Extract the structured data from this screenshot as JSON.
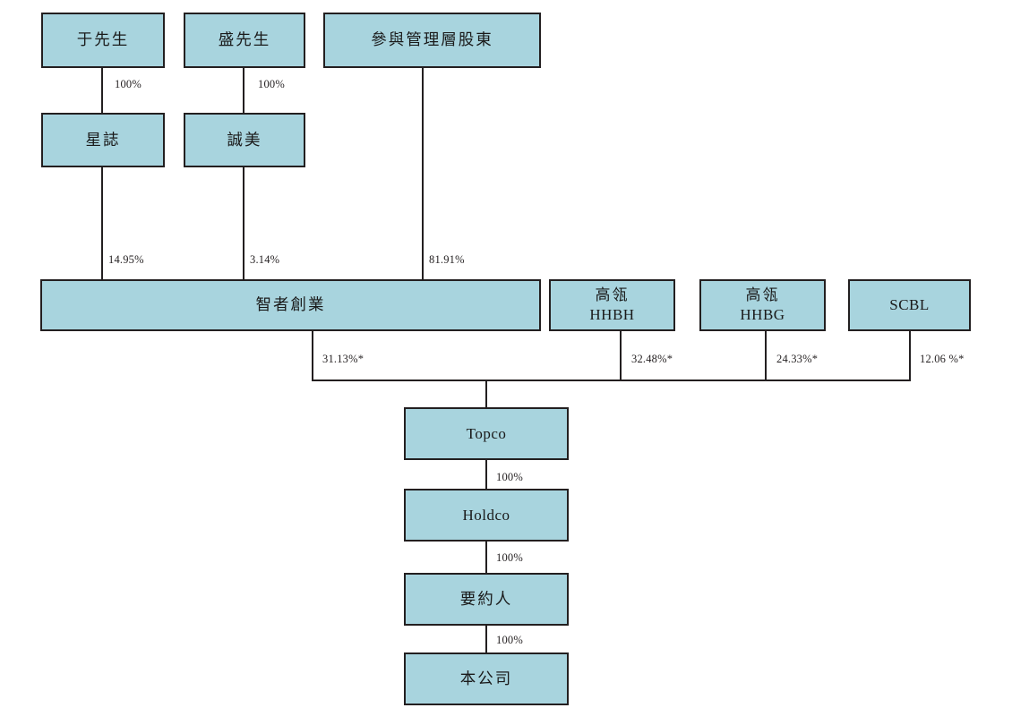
{
  "diagram": {
    "title": "Shareholding structure chart",
    "colors": {
      "node_fill": "#a8d4de",
      "node_border": "#231f20",
      "connector": "#231f20",
      "text": "#1a1a1a",
      "background": "#ffffff"
    },
    "nodes": [
      {
        "id": "yu",
        "label": "于先生",
        "label2": ""
      },
      {
        "id": "sheng",
        "label": "盛先生",
        "label2": ""
      },
      {
        "id": "mgmt",
        "label": "參與管理層股東",
        "label2": ""
      },
      {
        "id": "xingzhi",
        "label": "星誌",
        "label2": ""
      },
      {
        "id": "chengmei",
        "label": "誠美",
        "label2": ""
      },
      {
        "id": "zhizhe",
        "label": "智者創業",
        "label2": ""
      },
      {
        "id": "hhbh",
        "label": "高瓴",
        "label2": "HHBH"
      },
      {
        "id": "hhbg",
        "label": "高瓴",
        "label2": "HHBG"
      },
      {
        "id": "scbl",
        "label": "SCBL",
        "label2": ""
      },
      {
        "id": "topco",
        "label": "Topco",
        "label2": ""
      },
      {
        "id": "holdco",
        "label": "Holdco",
        "label2": ""
      },
      {
        "id": "offeror",
        "label": "要約人",
        "label2": ""
      },
      {
        "id": "company",
        "label": "本公司",
        "label2": ""
      }
    ],
    "edges": [
      {
        "id": "yu-xingzhi",
        "from": "yu",
        "to": "xingzhi",
        "label": "100%"
      },
      {
        "id": "sheng-chengmei",
        "from": "sheng",
        "to": "chengmei",
        "label": "100%"
      },
      {
        "id": "xingzhi-zhizhe",
        "from": "xingzhi",
        "to": "zhizhe",
        "label": "14.95%"
      },
      {
        "id": "chengmei-zhizhe",
        "from": "chengmei",
        "to": "zhizhe",
        "label": "3.14%"
      },
      {
        "id": "mgmt-zhizhe",
        "from": "mgmt",
        "to": "zhizhe",
        "label": "81.91%"
      },
      {
        "id": "zhizhe-topco",
        "from": "zhizhe",
        "to": "topco",
        "label": "31.13%*"
      },
      {
        "id": "hhbh-topco",
        "from": "hhbh",
        "to": "topco",
        "label": "32.48%*"
      },
      {
        "id": "hhbg-topco",
        "from": "hhbg",
        "to": "topco",
        "label": "24.33%*"
      },
      {
        "id": "scbl-topco",
        "from": "scbl",
        "to": "topco",
        "label": "12.06 %*"
      },
      {
        "id": "topco-holdco",
        "from": "topco",
        "to": "holdco",
        "label": "100%"
      },
      {
        "id": "holdco-offeror",
        "from": "holdco",
        "to": "offeror",
        "label": "100%"
      },
      {
        "id": "offeror-company",
        "from": "offeror",
        "to": "company",
        "label": "100%"
      }
    ]
  }
}
